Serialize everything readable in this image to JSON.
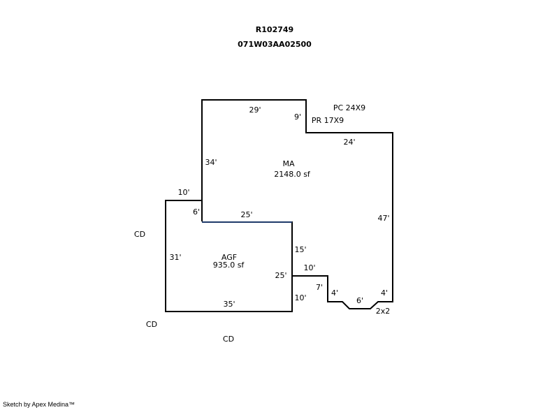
{
  "header": {
    "parcel_id": "R102749",
    "map_number": "071W03AA02500"
  },
  "areas": [
    {
      "code": "MA",
      "size": "2148.0 sf"
    },
    {
      "code": "AGF",
      "size": "935.0 sf"
    }
  ],
  "annotations": {
    "pc": "PC 24X9",
    "pr": "PR 17X9",
    "bump": "2x2",
    "cd_left": "CD",
    "cd_bottom_left": "CD",
    "cd_bottom": "CD"
  },
  "dimensions": {
    "ma_top": "29'",
    "ma_step_side": "9'",
    "ma_step_top": "24'",
    "ma_left": "34'",
    "ma_right": "47'",
    "shared": "25'",
    "agf_top": "10'",
    "agf_notch": "6'",
    "agf_left": "31'",
    "agf_bottom": "35'",
    "agf_right": "25'",
    "agf_right_upper": "15'",
    "agf_right_lower": "10'",
    "jog_top": "10'",
    "jog_side": "7'",
    "bay_left": "4'",
    "bay_mid": "6'",
    "bay_right": "4'"
  },
  "colors": {
    "outline": "#000000",
    "shared_wall": "#1f3a6a"
  },
  "footer": {
    "credit": "Sketch by Apex Medina™"
  }
}
